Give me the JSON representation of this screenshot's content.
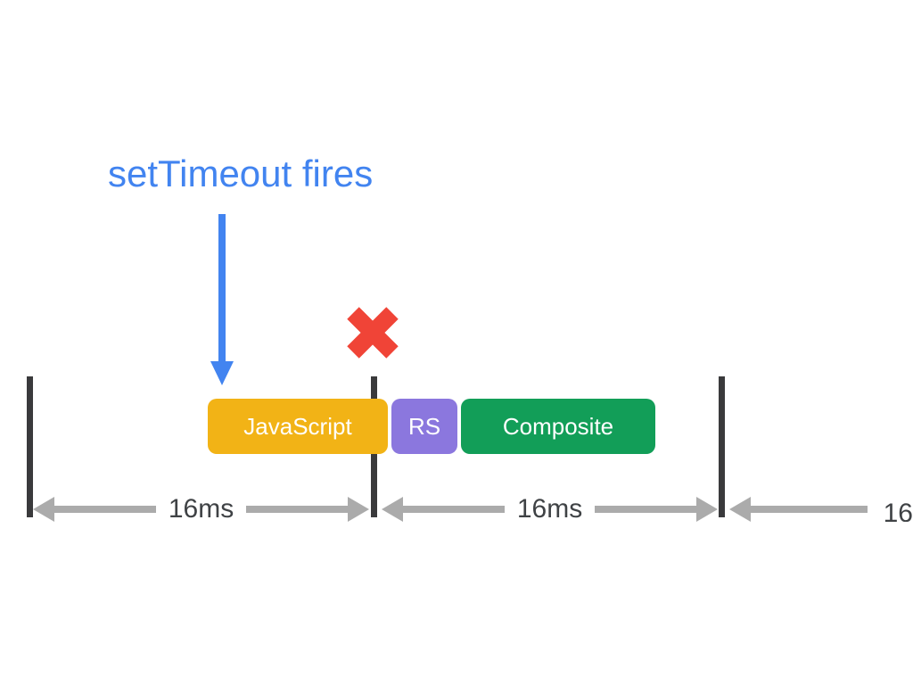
{
  "diagram": {
    "annotation": {
      "label": "setTimeout fires"
    },
    "dropped_frame_icon": "x-mark",
    "tasks": [
      {
        "label": "JavaScript",
        "color": "#F2B316"
      },
      {
        "label": "RS",
        "color": "#8B77DE"
      },
      {
        "label": "Composite",
        "color": "#129E58"
      }
    ],
    "intervals": [
      {
        "label": "16ms"
      },
      {
        "label": "16ms"
      },
      {
        "label": "16"
      }
    ],
    "colors": {
      "annotation_blue": "#4284F0",
      "x_mark_red": "#F04437",
      "tick_dark": "#3A3A3C",
      "arrow_gray": "#ABABAB",
      "interval_label_gray": "#3F4245",
      "background": "#FFFFFF"
    }
  }
}
